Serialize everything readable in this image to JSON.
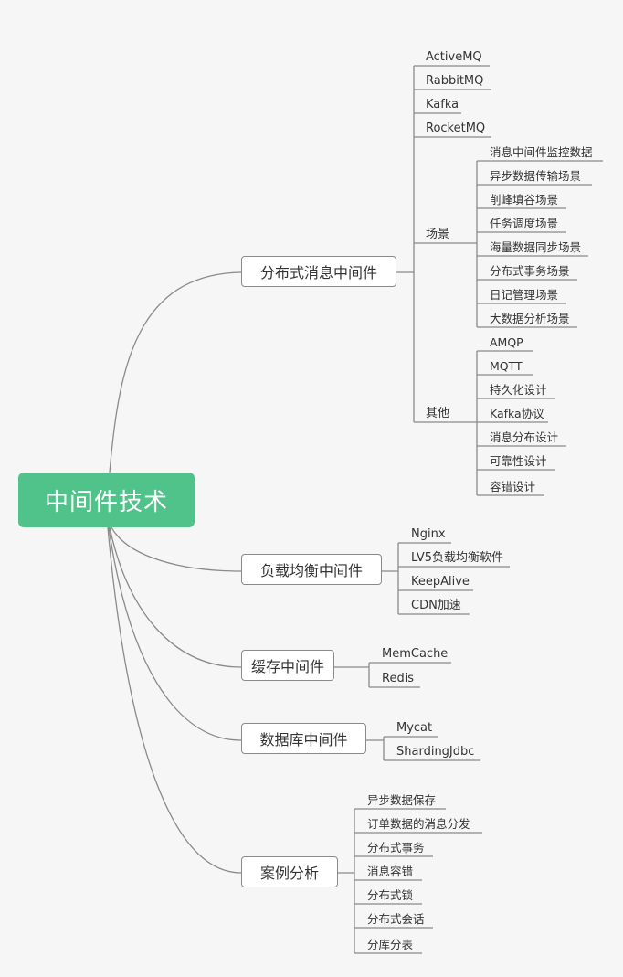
{
  "root": "中间件技术",
  "branches": {
    "mq": {
      "label": "分布式消息中间件",
      "items": [
        "ActiveMQ",
        "RabbitMQ",
        "Kafka",
        "RocketMQ"
      ],
      "scenes": {
        "label": "场景",
        "items": [
          "消息中间件监控数据",
          "异步数据传输场景",
          "削峰填谷场景",
          "任务调度场景",
          "海量数据同步场景",
          "分布式事务场景",
          "日记管理场景",
          "大数据分析场景"
        ]
      },
      "other": {
        "label": "其他",
        "items": [
          "AMQP",
          "MQTT",
          "持久化设计",
          "Kafka协议",
          "消息分布设计",
          "可靠性设计",
          "容错设计"
        ]
      }
    },
    "lb": {
      "label": "负载均衡中间件",
      "items": [
        "Nginx",
        "LV5负载均衡软件",
        "KeepAlive",
        "CDN加速"
      ]
    },
    "cache": {
      "label": "缓存中间件",
      "items": [
        "MemCache",
        "Redis"
      ]
    },
    "db": {
      "label": "数据库中间件",
      "items": [
        "Mycat",
        "ShardingJdbc"
      ]
    },
    "cases": {
      "label": "案例分析",
      "items": [
        "异步数据保存",
        "订单数据的消息分发",
        "分布式事务",
        "消息容错",
        "分布式锁",
        "分布式会话",
        "分库分表"
      ]
    }
  },
  "colors": {
    "root_bg": "#4fc38a",
    "line": "#8a8a8a",
    "background": "#f6f6f6"
  }
}
